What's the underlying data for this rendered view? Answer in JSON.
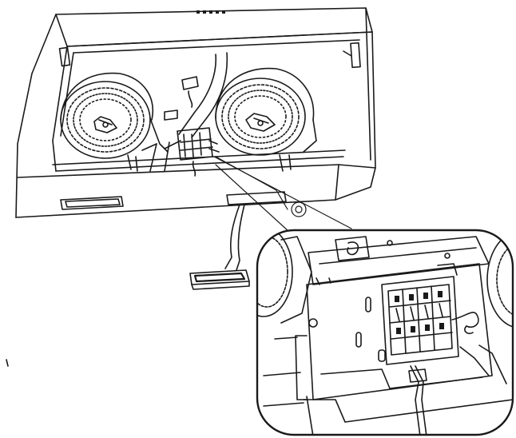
{
  "diagram": {
    "subject": "range-hood-underside",
    "components": [
      "hood-body",
      "left-fan-motor",
      "right-fan-motor",
      "central-duct",
      "terminal-block",
      "front-light-panel",
      "detached-grease-filter",
      "detail-callout"
    ],
    "colors": {
      "line": "#1a1a1a",
      "background": "#ffffff"
    }
  }
}
